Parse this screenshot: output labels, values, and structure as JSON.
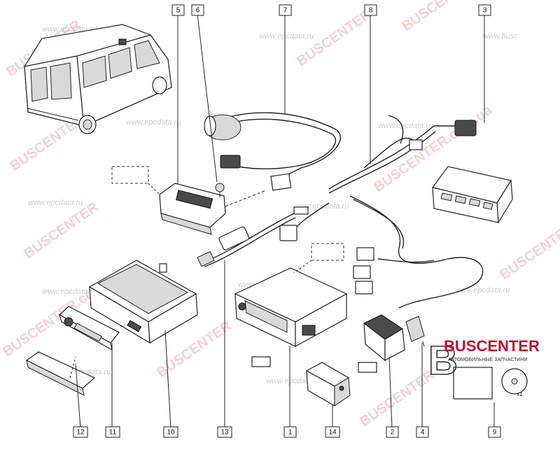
{
  "callouts": [
    {
      "label": "5"
    },
    {
      "label": "6"
    },
    {
      "label": "7"
    },
    {
      "label": "8"
    },
    {
      "label": "3"
    },
    {
      "label": "12"
    },
    {
      "label": "11"
    },
    {
      "label": "10"
    },
    {
      "label": "13"
    },
    {
      "label": "1"
    },
    {
      "label": "14"
    },
    {
      "label": "2"
    },
    {
      "label": "4"
    },
    {
      "label": "9"
    }
  ],
  "watermarks": {
    "brand": "BUSCENTER",
    "domain": "BUSCENTER.com.ua",
    "site_a": "www.epcdata.ru",
    "site_b": "www.busc"
  },
  "logo": {
    "name": "BUSCENTER",
    "tagline": "АВТОМОБИЛЬНЫЕ ЗАПЧАСТИНИ"
  },
  "kit_note": "x1",
  "colors": {
    "line": "#222222",
    "watermark": "#e05a5a",
    "logo": "#c8102e"
  }
}
